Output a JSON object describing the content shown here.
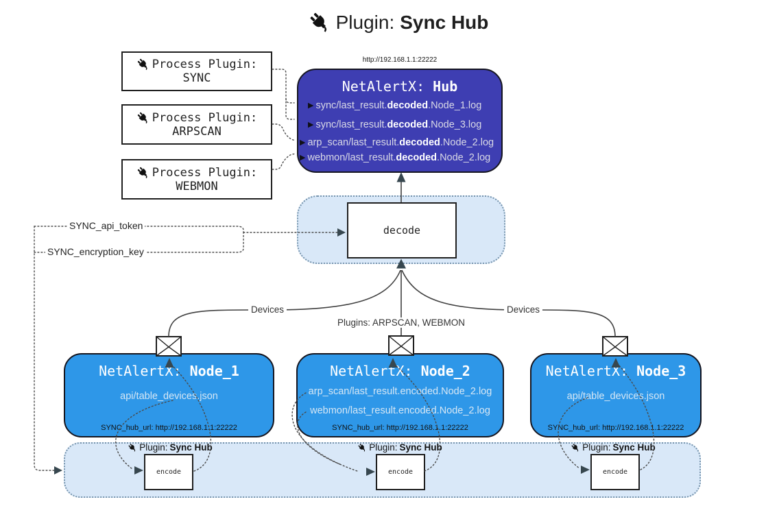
{
  "title": {
    "prefix": "Plugin:",
    "name": "Sync Hub"
  },
  "hub": {
    "url": "http://192.168.1.1:22222",
    "title_prefix": "NetAlertX:",
    "title_name": "Hub",
    "entries": [
      {
        "pre": "sync/last_result.",
        "bold": "decoded",
        "post": ".Node_1.log"
      },
      {
        "pre": "sync/last_result.",
        "bold": "decoded",
        "post": ".Node_3.log"
      },
      {
        "pre": "arp_scan/last_result.",
        "bold": "decoded",
        "post": ".Node_2.log"
      },
      {
        "pre": "webmon/last_result.",
        "bold": "decoded",
        "post": ".Node_2.log"
      }
    ]
  },
  "process_plugins": [
    {
      "title": "Process Plugin:",
      "name": "SYNC"
    },
    {
      "title": "Process Plugin:",
      "name": "ARPSCAN"
    },
    {
      "title": "Process Plugin:",
      "name": "WEBMON"
    }
  ],
  "decode_label": "decode",
  "settings": {
    "api_token": "SYNC_api_token",
    "encryption_key": "SYNC_encryption_key"
  },
  "edge_labels": {
    "devices_left": "Devices",
    "devices_right": "Devices",
    "plugins": "Plugins: ARPSCAN, WEBMON"
  },
  "nodes": [
    {
      "title_prefix": "NetAlertX:",
      "title_name": "Node_1",
      "files": [
        "api/table_devices.json"
      ],
      "hub_url": "SYNC_hub_url: http://192.168.1.1:22222"
    },
    {
      "title_prefix": "NetAlertX:",
      "title_name": "Node_2",
      "files": [
        "arp_scan/last_result.encoded.Node_2.log",
        "webmon/last_result.encoded.Node_2.log"
      ],
      "hub_url": "SYNC_hub_url: http://192.168.1.1:22222"
    },
    {
      "title_prefix": "NetAlertX:",
      "title_name": "Node_3",
      "files": [
        "api/table_devices.json"
      ],
      "hub_url": "SYNC_hub_url: http://192.168.1.1:22222"
    }
  ],
  "encode_sections": [
    {
      "label_prefix": "Plugin:",
      "label_name": "Sync Hub",
      "box": "encode"
    },
    {
      "label_prefix": "Plugin:",
      "label_name": "Sync Hub",
      "box": "encode"
    },
    {
      "label_prefix": "Plugin:",
      "label_name": "Sync Hub",
      "box": "encode"
    }
  ],
  "colors": {
    "hub_fill": "#3E3EB2",
    "node_fill": "#2E97E8",
    "band_fill": "#D9E8F8",
    "band_border": "#7593AC",
    "edge_line": "#404040",
    "arrow_fill": "#37474F",
    "hub_text": "#D9D9E6",
    "node_text": "#D6E7F5"
  }
}
